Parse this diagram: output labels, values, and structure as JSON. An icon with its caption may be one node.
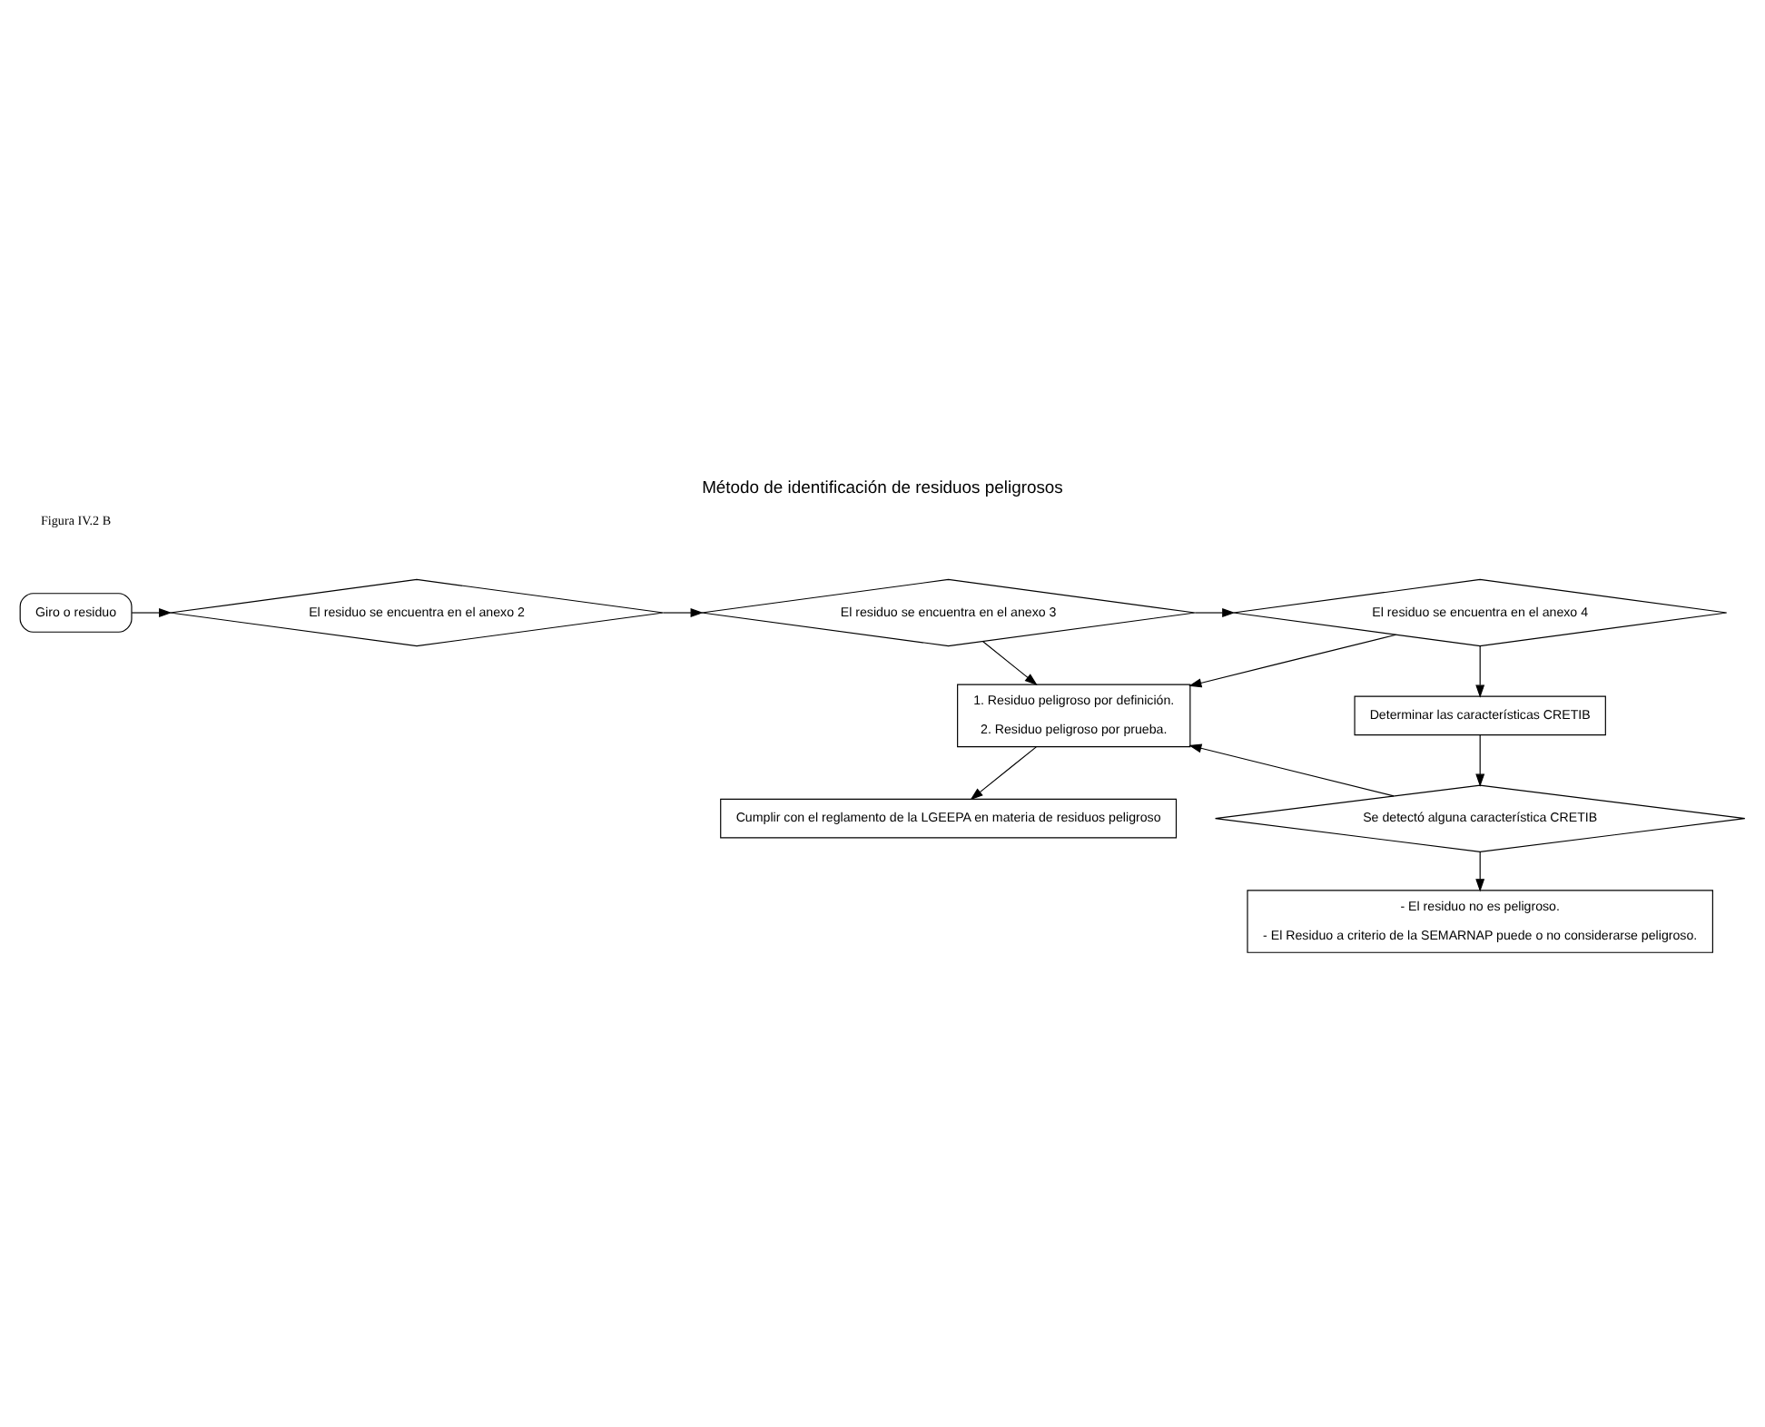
{
  "diagram": {
    "title": "Método de identificación de residuos peligrosos",
    "nodes": [
      {
        "text": [
          "Giro o residuo"
        ]
      },
      {
        "text": [
          "El residuo se encuentra en el anexo 2"
        ]
      },
      {
        "text": [
          "El residuo se encuentra en el anexo 3"
        ]
      },
      {
        "text": [
          "El residuo se encuentra en el anexo 4"
        ]
      },
      {
        "text": [
          "1. Residuo peligroso por definición.",
          "2. Residuo peligroso por prueba."
        ]
      },
      {
        "text": [
          "Determinar las características CRETIB"
        ]
      },
      {
        "text": [
          "Cumplir con el reglamento de la LGEEPA en materia de residuos peligroso"
        ]
      },
      {
        "text": [
          "Se detectó alguna característica CRETIB"
        ]
      },
      {
        "text": [
          "- El residuo no es peligroso.",
          "- El Residuo a criterio de la SEMARNAP puede o no considerarse peligroso."
        ]
      }
    ],
    "edges": [
      {
        "from": 0,
        "to": 1,
        "arrow": "to"
      },
      {
        "from": 1,
        "to": 2,
        "arrow": "to"
      },
      {
        "from": 2,
        "to": 3,
        "arrow": "to"
      },
      {
        "from": 2,
        "to": 4,
        "arrow": "to"
      },
      {
        "from": 3,
        "to": 4,
        "arrow": "to"
      },
      {
        "from": 3,
        "to": 5,
        "arrow": "to"
      },
      {
        "from": 4,
        "to": 6,
        "arrow": "to"
      },
      {
        "from": 5,
        "to": 7,
        "arrow": "to"
      },
      {
        "from": 7,
        "to": 4,
        "arrow": "to"
      },
      {
        "from": 7,
        "to": 8,
        "arrow": "to"
      }
    ],
    "labels": [
      "Figura IV.2 B"
    ]
  }
}
